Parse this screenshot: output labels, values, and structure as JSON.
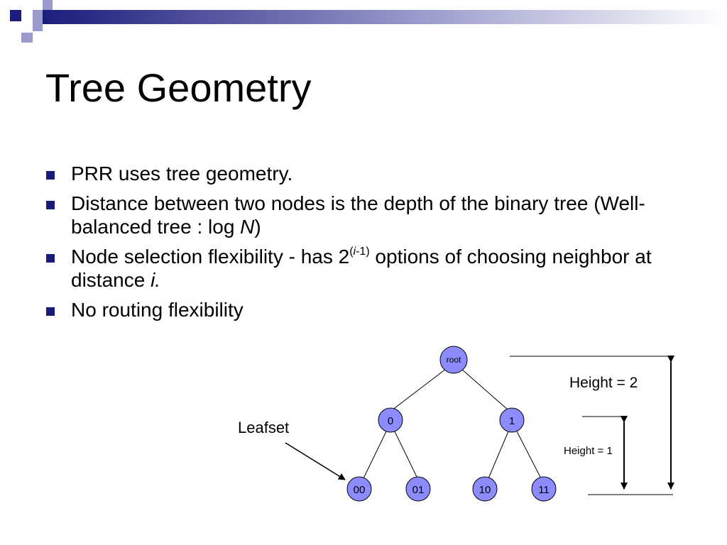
{
  "slide": {
    "title": "Tree Geometry",
    "bullets": {
      "b1": "PRR uses tree geometry.",
      "b2_pre": "Distance between two nodes is the depth of the binary tree (Well-balanced tree : log ",
      "b2_var": "N",
      "b2_post": ")",
      "b3_pre": "Node selection flexibility - has 2",
      "b3_sup_pre": "(",
      "b3_sup_var": "i",
      "b3_sup_post": "-1)",
      "b3_mid": " options of choosing neighbor at distance ",
      "b3_var": "i.",
      "b4": "No routing flexibility"
    }
  },
  "diagram": {
    "nodes": {
      "root": "root",
      "n0": "0",
      "n1": "1",
      "n00": "00",
      "n01": "01",
      "n10": "10",
      "n11": "11"
    },
    "leafset_label": "Leafset",
    "height2_label": "Height = 2",
    "height1_label": "Height = 1"
  },
  "colors": {
    "node_fill": "#8c8cff",
    "node_stroke": "#000000",
    "bullet": "#1a1a7a",
    "bar_dark": "#1c1c7c",
    "bar_light": "#9a9acc"
  }
}
